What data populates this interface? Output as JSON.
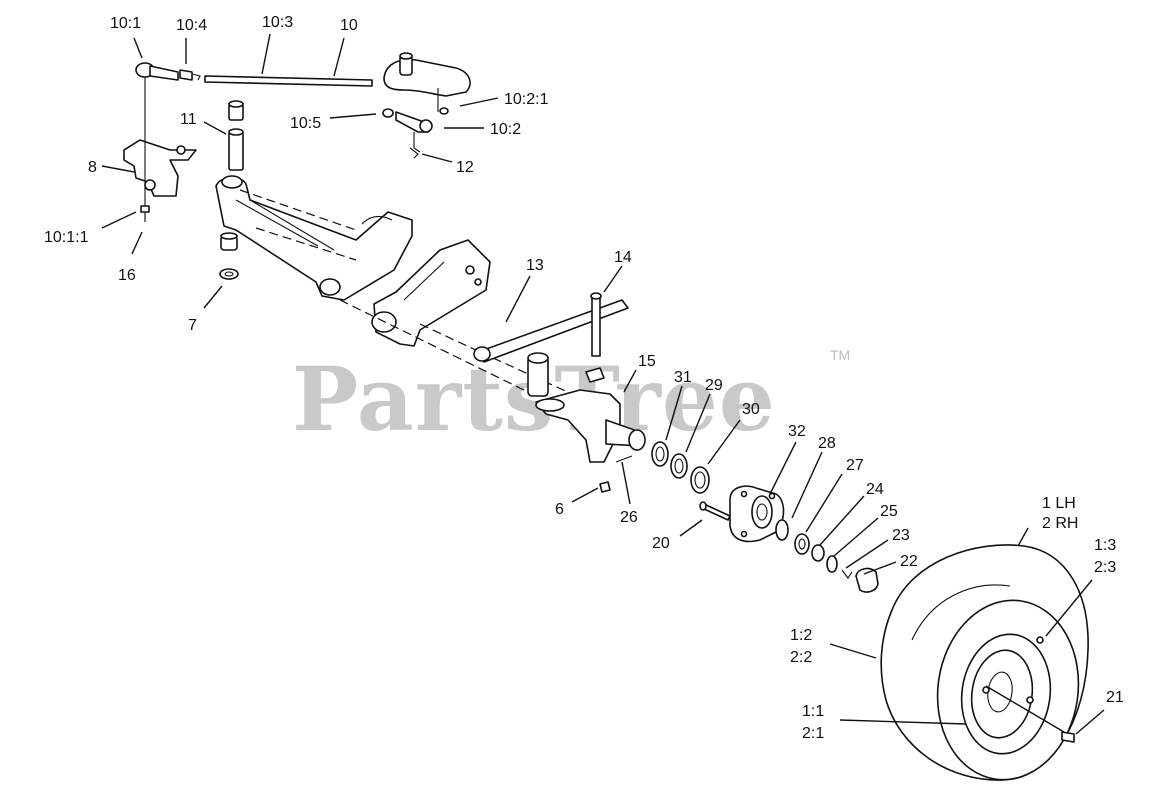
{
  "watermark": {
    "brand": "PartsTree",
    "tm": "TM"
  },
  "callouts": [
    {
      "id": "10-1",
      "text": "10:1"
    },
    {
      "id": "10-4",
      "text": "10:4"
    },
    {
      "id": "10-3",
      "text": "10:3"
    },
    {
      "id": "10",
      "text": "10"
    },
    {
      "id": "10-2-1",
      "text": "10:2:1"
    },
    {
      "id": "10-5",
      "text": "10:5"
    },
    {
      "id": "10-2",
      "text": "10:2"
    },
    {
      "id": "11",
      "text": "11"
    },
    {
      "id": "12",
      "text": "12"
    },
    {
      "id": "8",
      "text": "8"
    },
    {
      "id": "10-1-1",
      "text": "10:1:1"
    },
    {
      "id": "16",
      "text": "16"
    },
    {
      "id": "7",
      "text": "7"
    },
    {
      "id": "13",
      "text": "13"
    },
    {
      "id": "14",
      "text": "14"
    },
    {
      "id": "15",
      "text": "15"
    },
    {
      "id": "31",
      "text": "31"
    },
    {
      "id": "29",
      "text": "29"
    },
    {
      "id": "30",
      "text": "30"
    },
    {
      "id": "32",
      "text": "32"
    },
    {
      "id": "28",
      "text": "28"
    },
    {
      "id": "27",
      "text": "27"
    },
    {
      "id": "24",
      "text": "24"
    },
    {
      "id": "25",
      "text": "25"
    },
    {
      "id": "23",
      "text": "23"
    },
    {
      "id": "22",
      "text": "22"
    },
    {
      "id": "6",
      "text": "6"
    },
    {
      "id": "26",
      "text": "26"
    },
    {
      "id": "20",
      "text": "20"
    },
    {
      "id": "1-lh",
      "text": "1 LH"
    },
    {
      "id": "2-rh",
      "text": "2 RH"
    },
    {
      "id": "1-3",
      "text": "1:3"
    },
    {
      "id": "2-3",
      "text": "2:3"
    },
    {
      "id": "1-2",
      "text": "1:2"
    },
    {
      "id": "2-2",
      "text": "2:2"
    },
    {
      "id": "1-1",
      "text": "1:1"
    },
    {
      "id": "2-1",
      "text": "2:1"
    },
    {
      "id": "21",
      "text": "21"
    }
  ]
}
